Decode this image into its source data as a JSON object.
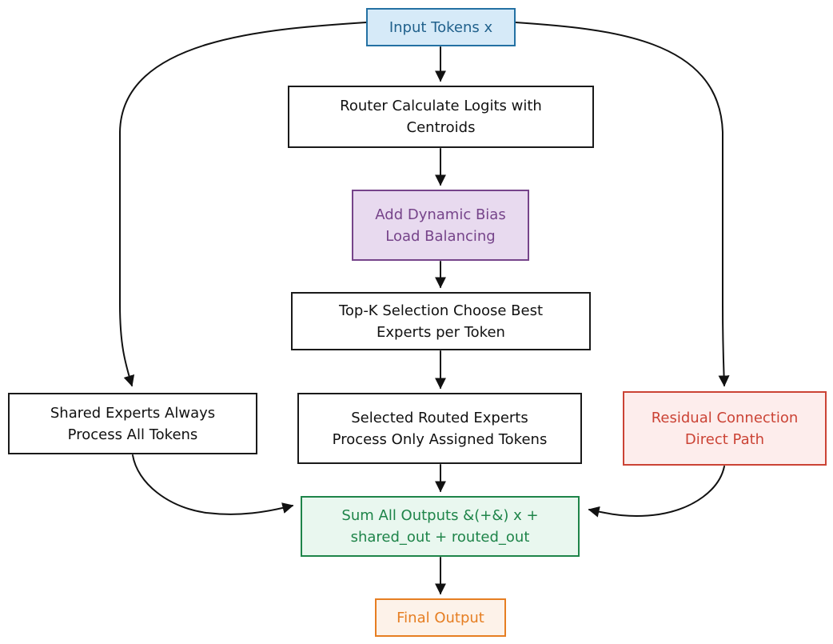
{
  "diagram": {
    "type": "flowchart",
    "direction": "top-down",
    "nodes": [
      {
        "id": "input",
        "label": "Input Tokens x"
      },
      {
        "id": "router",
        "label": "Router Calculate Logits with\nCentroids"
      },
      {
        "id": "bias",
        "label": "Add Dynamic Bias\nLoad Balancing"
      },
      {
        "id": "topk",
        "label": "Top-K Selection Choose Best\nExperts per Token"
      },
      {
        "id": "shared",
        "label": "Shared Experts Always\nProcess All Tokens"
      },
      {
        "id": "routed",
        "label": "Selected Routed Experts\nProcess Only Assigned Tokens"
      },
      {
        "id": "residual",
        "label": "Residual Connection\nDirect Path"
      },
      {
        "id": "sum",
        "label": "Sum All Outputs &(+&) x +\nshared_out + routed_out"
      },
      {
        "id": "final",
        "label": "Final Output"
      }
    ],
    "edges": [
      {
        "from": "input",
        "to": "router"
      },
      {
        "from": "input",
        "to": "shared"
      },
      {
        "from": "input",
        "to": "residual"
      },
      {
        "from": "router",
        "to": "bias"
      },
      {
        "from": "bias",
        "to": "topk"
      },
      {
        "from": "topk",
        "to": "routed"
      },
      {
        "from": "shared",
        "to": "sum"
      },
      {
        "from": "routed",
        "to": "sum"
      },
      {
        "from": "residual",
        "to": "sum"
      },
      {
        "from": "sum",
        "to": "final"
      }
    ]
  },
  "colors": {
    "edge_color": "#111111",
    "node_blue_border": "#2471a3",
    "node_blue_bg": "#d6eaf8",
    "node_blue_text": "#21618c",
    "node_purple_border": "#76448a",
    "node_purple_bg": "#e8daef",
    "node_purple_text": "#76448a",
    "node_red_border": "#cb4335",
    "node_red_bg": "#fdedec",
    "node_red_text": "#cb4335",
    "node_green_border": "#1e8449",
    "node_green_bg": "#e9f7ef",
    "node_green_text": "#1e8449",
    "node_orange_border": "#e67e22",
    "node_orange_bg": "#fdf2e9",
    "node_orange_text": "#e67e22"
  }
}
